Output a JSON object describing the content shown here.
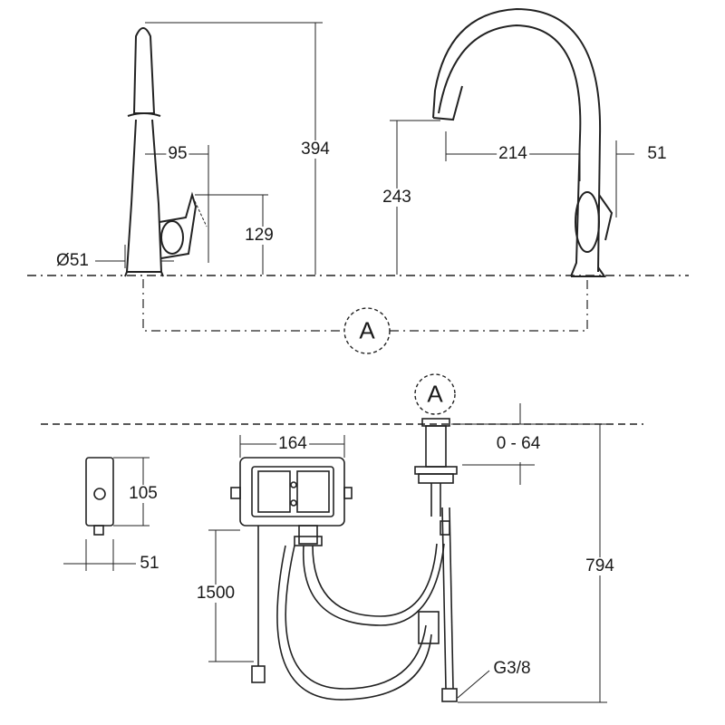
{
  "front_view": {
    "height": "394",
    "handle_offset": "95",
    "handle_height": "129",
    "base_diameter": "Ø51"
  },
  "side_view": {
    "spout_height": "243",
    "reach": "214",
    "handle_width": "51"
  },
  "connection_marker": "A",
  "installation": {
    "marker": "A",
    "control_box_width": "164",
    "deck_thickness": "0 - 64",
    "sensor_height": "105",
    "sensor_width": "51",
    "cable_length": "1500",
    "hose_length": "794",
    "thread": "G3/8"
  }
}
